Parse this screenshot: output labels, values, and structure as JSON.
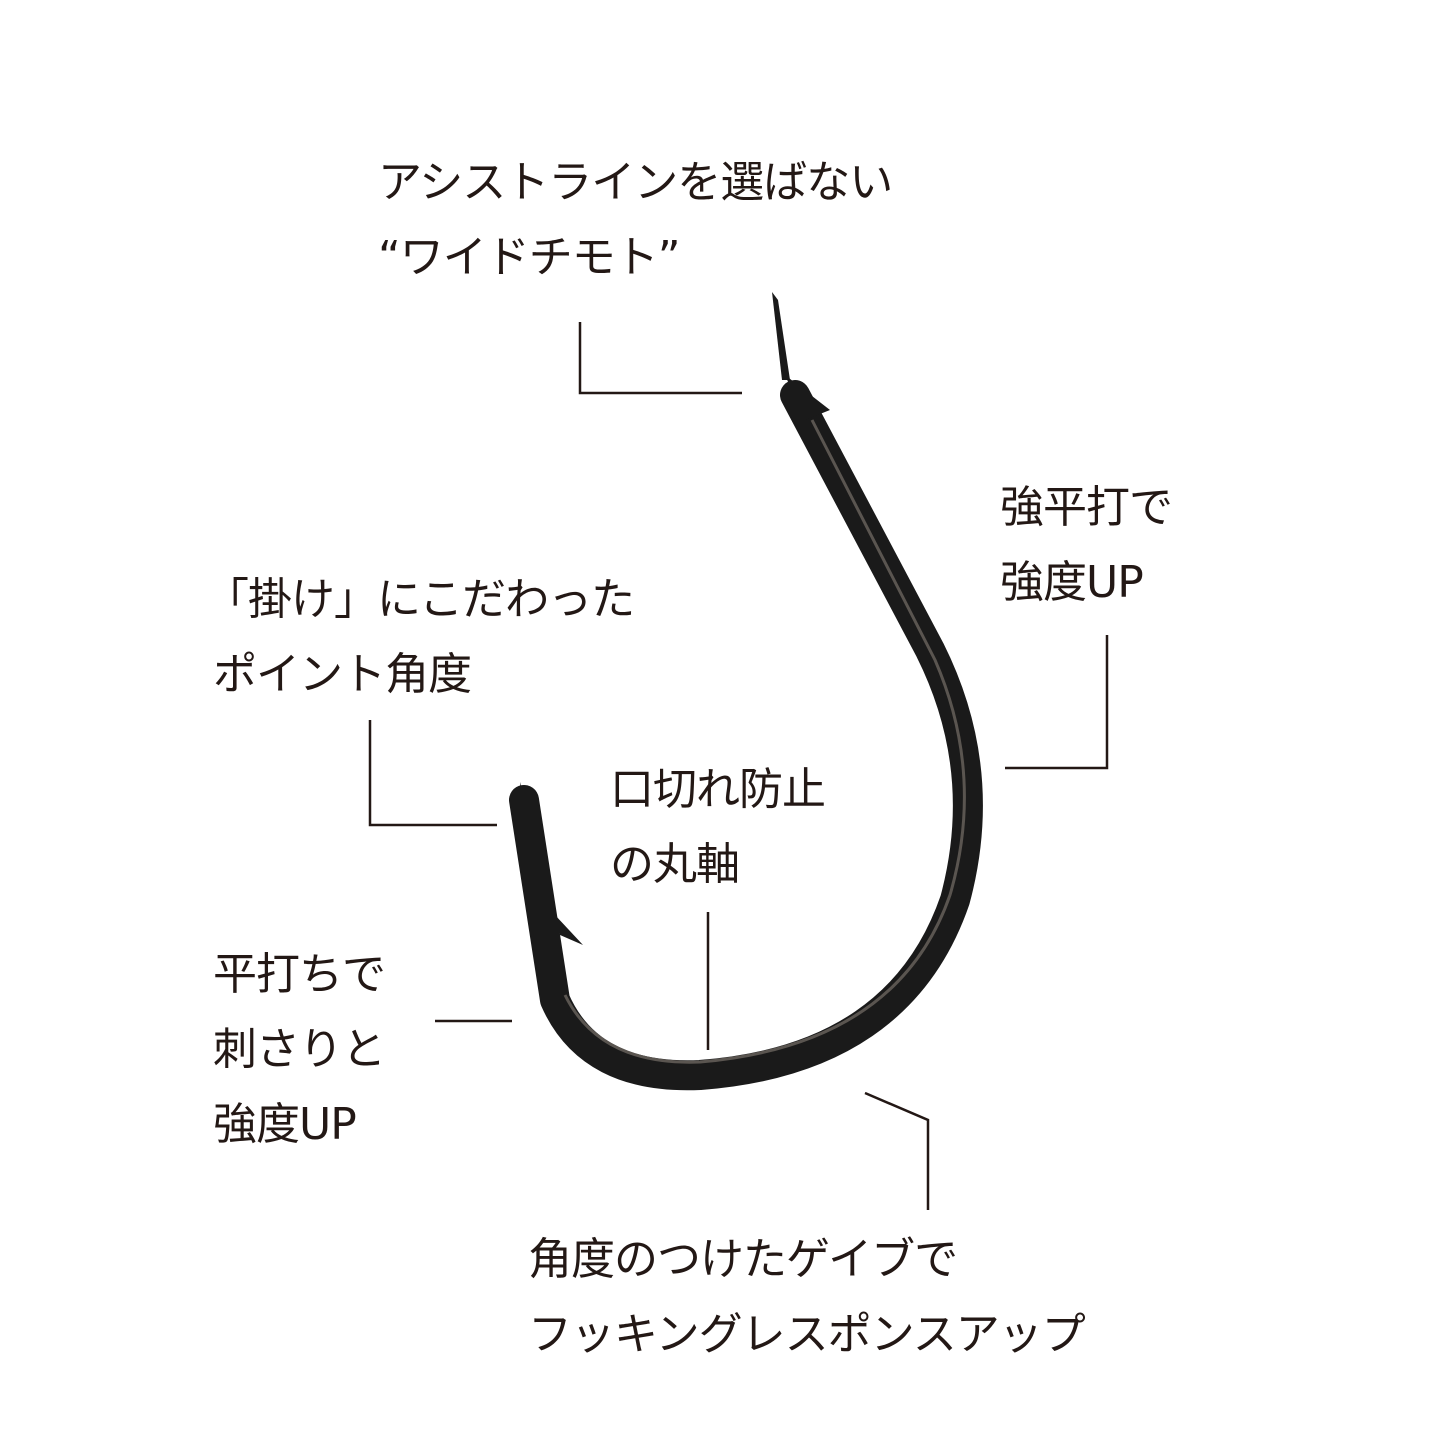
{
  "colors": {
    "text": "#231815",
    "hook": "#1a1a1a",
    "leader": "#231815",
    "background": "#ffffff"
  },
  "image": {
    "subject": "fishing-hook"
  },
  "annotations": [
    {
      "id": "eye",
      "lines": [
        "アシストラインを選ばない",
        "“ワイドチモト”"
      ]
    },
    {
      "id": "shank",
      "lines": [
        "強平打で",
        "強度UP"
      ]
    },
    {
      "id": "point",
      "lines": [
        "「掛け」にこだわった",
        "ポイント角度"
      ]
    },
    {
      "id": "bend",
      "lines": [
        "口切れ防止",
        "の丸軸"
      ]
    },
    {
      "id": "flat",
      "lines": [
        "平打ちで",
        "刺さりと",
        "強度UP"
      ]
    },
    {
      "id": "gape",
      "lines": [
        "角度のつけたゲイブで",
        "フッキングレスポンスアップ"
      ]
    }
  ]
}
